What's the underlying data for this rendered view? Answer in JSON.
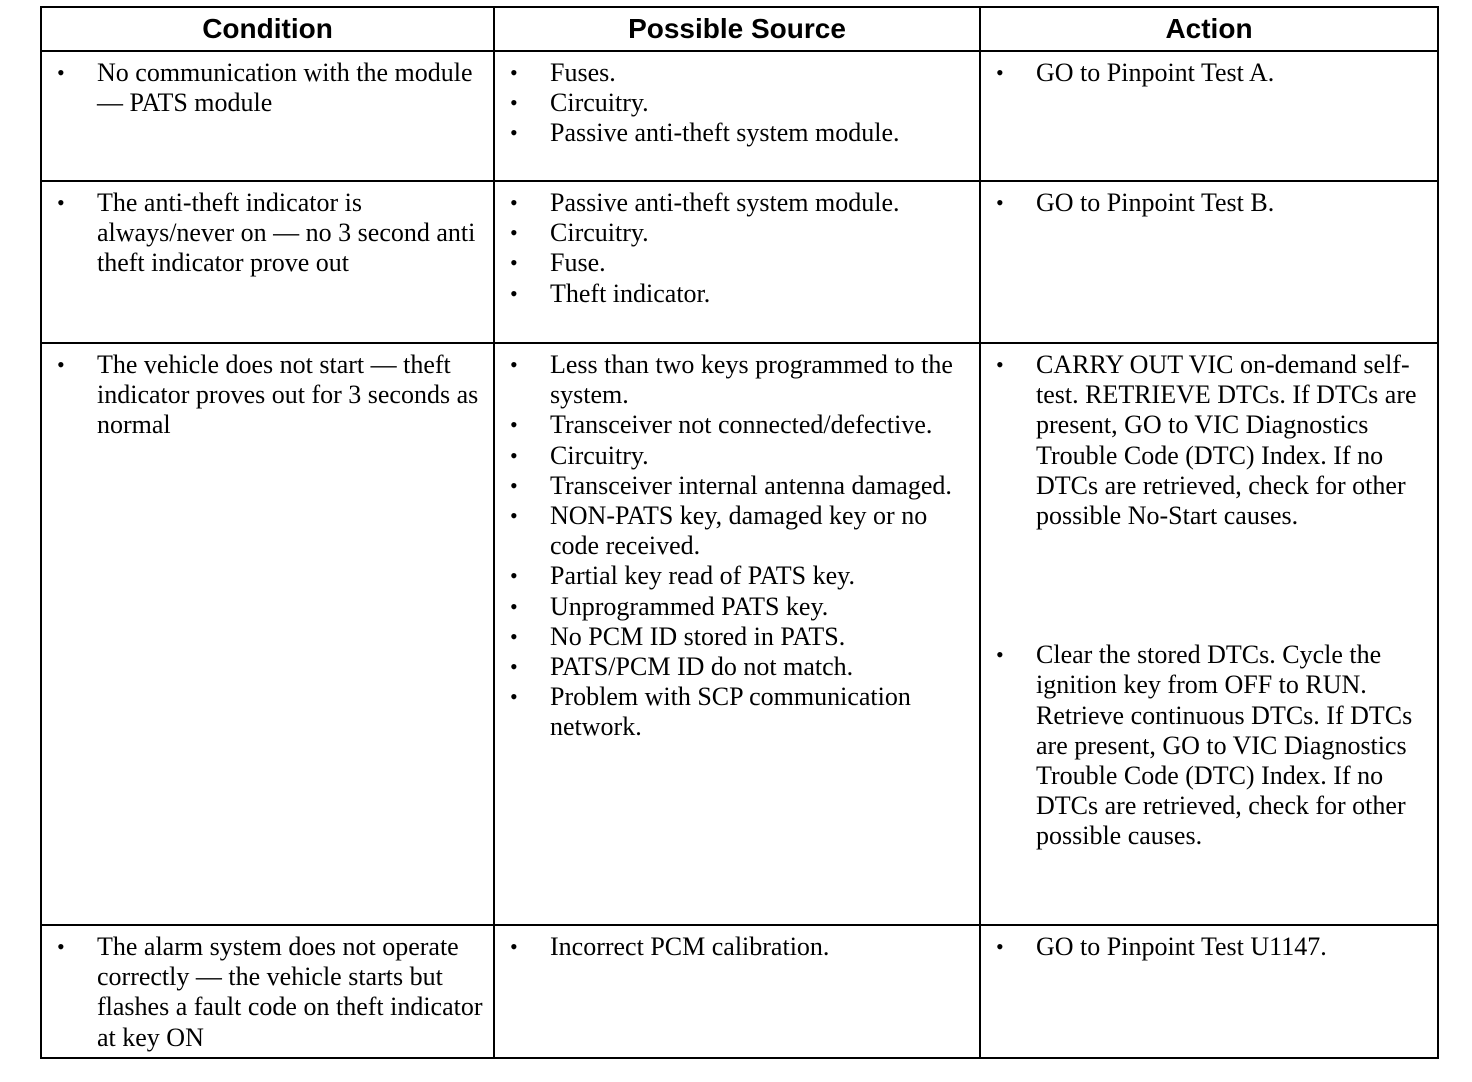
{
  "headers": {
    "condition": "Condition",
    "source": "Possible Source",
    "action": "Action"
  },
  "rows": [
    {
      "condition": [
        "No communication with the module — PATS module"
      ],
      "sources": [
        "Fuses.",
        "Circuitry.",
        "Passive anti-theft system module."
      ],
      "actions": [
        "GO to Pinpoint Test A."
      ]
    },
    {
      "condition": [
        "The anti-theft indicator is always/never on — no 3 second anti theft indicator prove out"
      ],
      "sources": [
        "Passive anti-theft system module.",
        "Circuitry.",
        "Fuse.",
        "Theft indicator."
      ],
      "actions": [
        "GO to Pinpoint Test B."
      ]
    },
    {
      "condition": [
        "The vehicle does not start — theft indicator proves out for 3 seconds as normal"
      ],
      "sources": [
        "Less than two keys programmed to the system.",
        "Transceiver not connected/defective.",
        "Circuitry.",
        "Transceiver internal antenna damaged.",
        "NON-PATS key, damaged key or no code received.",
        "Partial key read of PATS key.",
        "Unprogrammed PATS key.",
        "No PCM ID stored in PATS.",
        "PATS/PCM ID do not match.",
        "Problem with SCP communication network."
      ],
      "actions": [
        "CARRY OUT VIC on-demand self-test. RETRIEVE DTCs. If DTCs are present, GO to VIC Diagnostics Trouble Code (DTC) Index. If no DTCs are retrieved, check for other possible No-Start causes.",
        "Clear the stored DTCs. Cycle the ignition key from OFF to RUN. Retrieve continuous DTCs. If DTCs are present, GO to VIC Diagnostics Trouble Code (DTC) Index. If no DTCs are retrieved, check for other possible causes."
      ]
    },
    {
      "condition": [
        "The alarm system does not operate correctly — the vehicle starts but flashes a fault code on theft indicator at key ON"
      ],
      "sources": [
        "Incorrect PCM calibration."
      ],
      "actions": [
        "GO to Pinpoint Test U1147."
      ]
    }
  ],
  "bullet": "•"
}
